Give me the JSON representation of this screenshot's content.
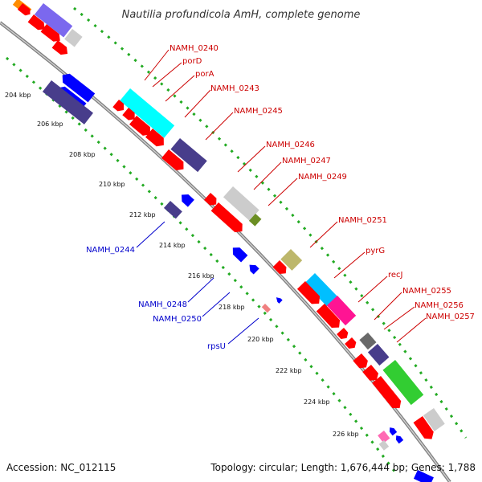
{
  "title": "Nautilia profundicola AmH, complete genome",
  "footer": {
    "accession": "Accession: NC_012115",
    "summary": "Topology: circular; Length: 1,676,444 bp; Genes: 1,788"
  },
  "colors": {
    "forward_label": "#cc0000",
    "reverse_label": "#0000cc",
    "backbone": "#999999",
    "gc_dots": "#22aa22"
  },
  "ticks": [
    "204 kbp",
    "206 kbp",
    "208 kbp",
    "210 kbp",
    "212 kbp",
    "214 kbp",
    "216 kbp",
    "218 kbp",
    "220 kbp",
    "222 kbp",
    "224 kbp",
    "226 kbp"
  ],
  "forward_labels": [
    "NAMH_0240",
    "porD",
    "porA",
    "NAMH_0243",
    "NAMH_0245",
    "NAMH_0246",
    "NAMH_0247",
    "NAMH_0249",
    "NAMH_0251",
    "pyrG",
    "recJ",
    "NAMH_0255",
    "NAMH_0256",
    "NAMH_0257"
  ],
  "reverse_labels": [
    "NAMH_0244",
    "NAMH_0248",
    "NAMH_0250",
    "rpsU"
  ]
}
